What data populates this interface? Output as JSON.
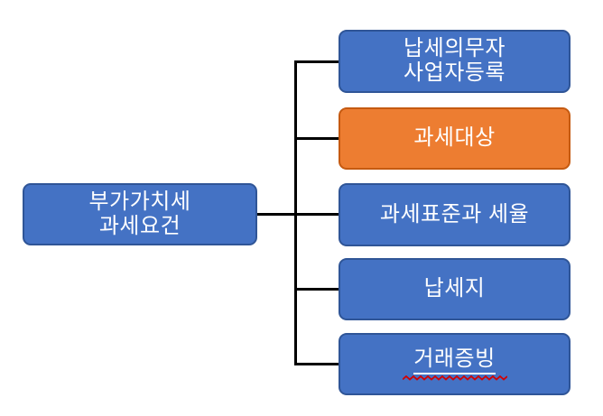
{
  "diagram": {
    "type": "hierarchy",
    "background": "#FFFFFF",
    "connector_color": "#000000",
    "root": {
      "label": "부가가치세\n과세요건",
      "fill": "#4472C4",
      "border": "#2F5597",
      "text_color": "#FFFFFF"
    },
    "children": [
      {
        "label": "납세의무자\n사업자등록",
        "fill": "#4472C4",
        "border": "#2F5597",
        "text_color": "#FFFFFF"
      },
      {
        "label": "과세대상",
        "fill": "#ED7D31",
        "border": "#C55A11",
        "text_color": "#FFFFFF"
      },
      {
        "label": "과세표준과 세율",
        "fill": "#4472C4",
        "border": "#2F5597",
        "text_color": "#FFFFFF"
      },
      {
        "label": "납세지",
        "fill": "#4472C4",
        "border": "#2F5597",
        "text_color": "#FFFFFF"
      },
      {
        "label": "거래증빙",
        "fill": "#4472C4",
        "border": "#2F5597",
        "text_color": "#FFFFFF",
        "underline": true,
        "spellcheck_color": "#D40000"
      }
    ]
  }
}
